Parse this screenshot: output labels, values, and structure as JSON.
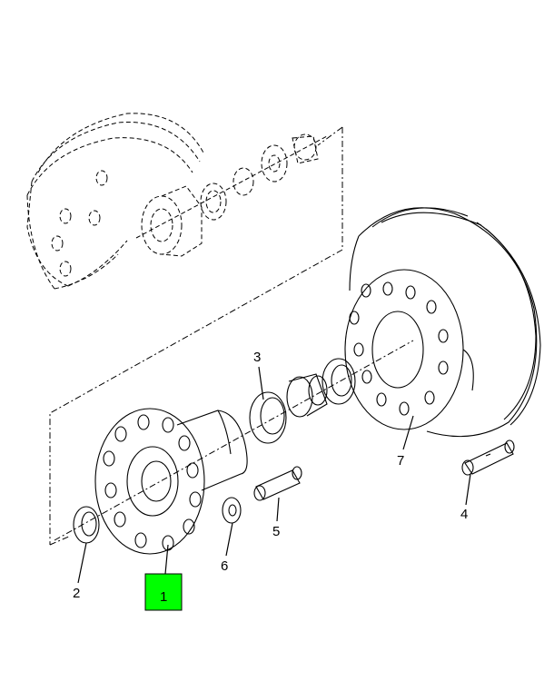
{
  "diagram": {
    "callouts": [
      {
        "id": "1",
        "label": "1",
        "highlighted": true
      },
      {
        "id": "2",
        "label": "2"
      },
      {
        "id": "3",
        "label": "3"
      },
      {
        "id": "4",
        "label": "4"
      },
      {
        "id": "5",
        "label": "5"
      },
      {
        "id": "6",
        "label": "6"
      },
      {
        "id": "7",
        "label": "7"
      }
    ],
    "highlight_color": "#00ff00"
  }
}
